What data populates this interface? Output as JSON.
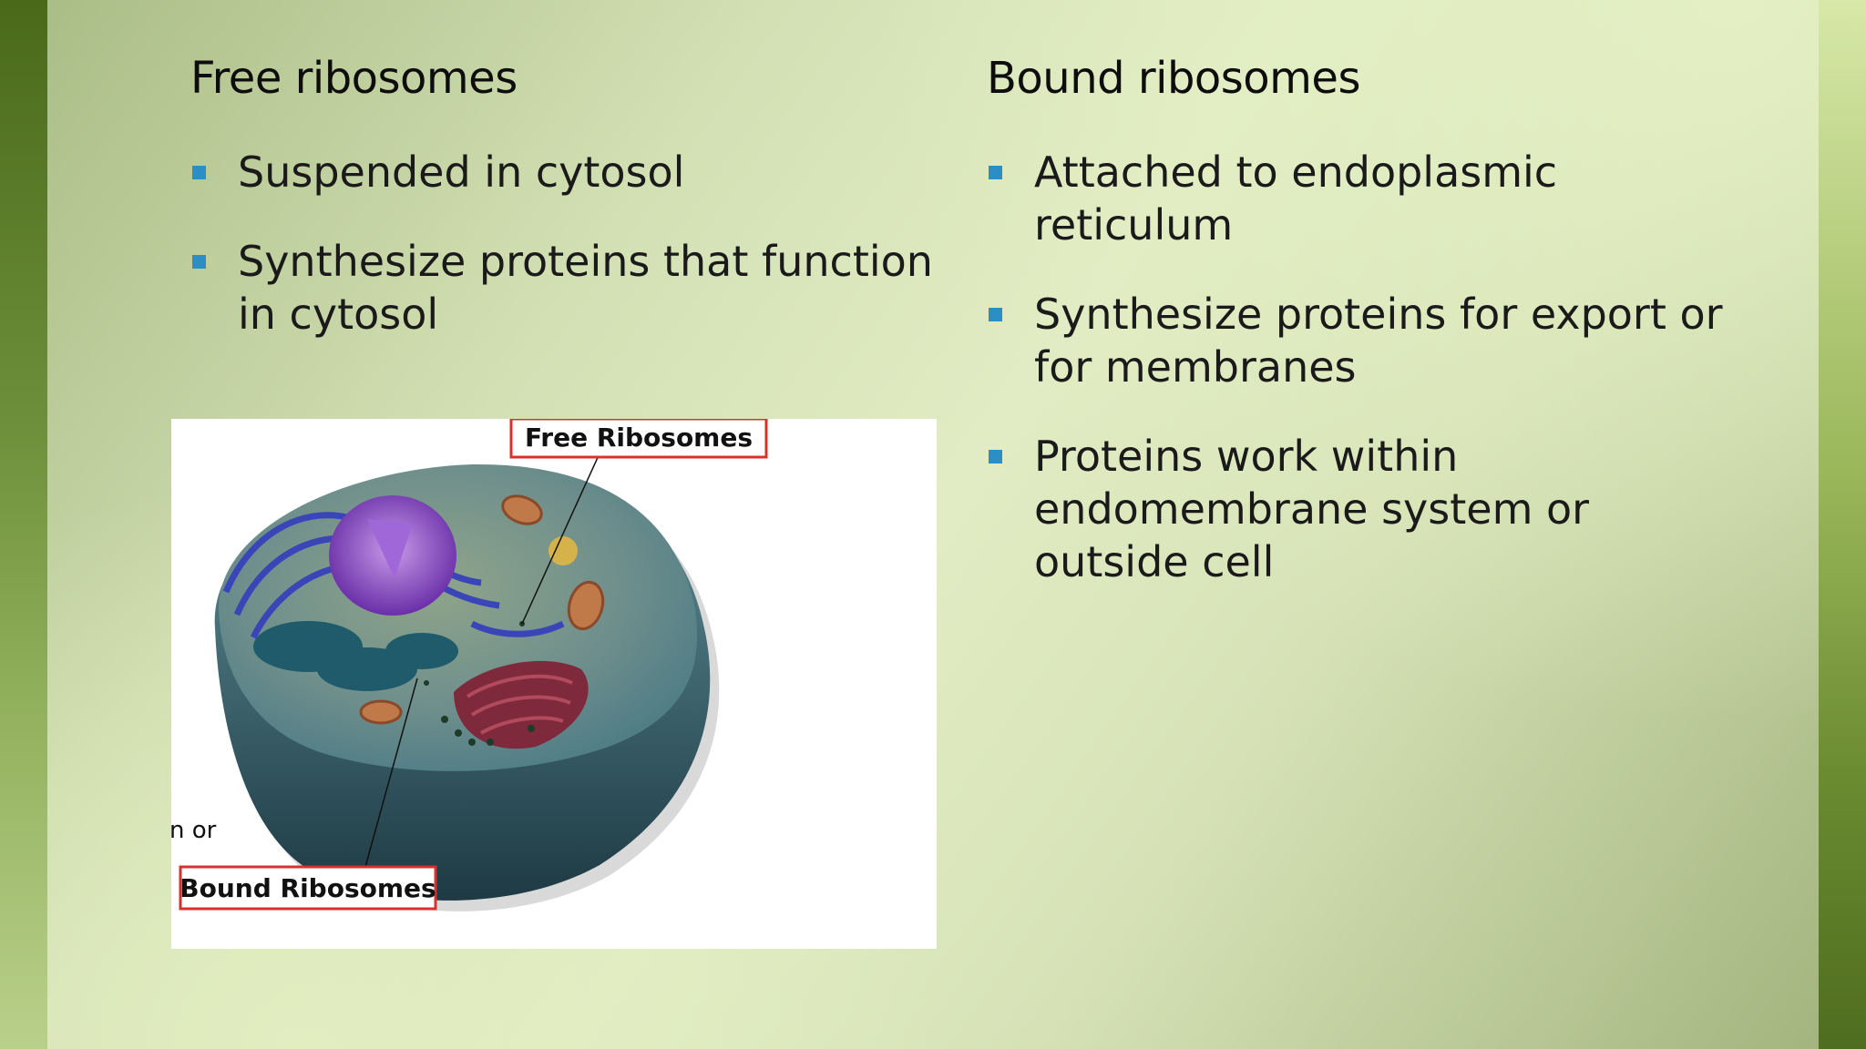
{
  "left_column": {
    "heading": "Free ribosomes",
    "bullets": [
      "Suspended in cytosol",
      "Synthesize proteins that function in cytosol"
    ]
  },
  "right_column": {
    "heading": "Bound ribosomes",
    "bullets": [
      "Attached to endoplasmic reticulum",
      "Synthesize proteins for export or for membranes",
      "Proteins work within endomembrane system or outside cell"
    ]
  },
  "figure": {
    "label_free": "Free Ribosomes",
    "label_bound": "Bound Ribosomes",
    "cut_text": "n or"
  },
  "colors": {
    "bullet": "#2b8ec4",
    "label_border": "#d9302e"
  }
}
